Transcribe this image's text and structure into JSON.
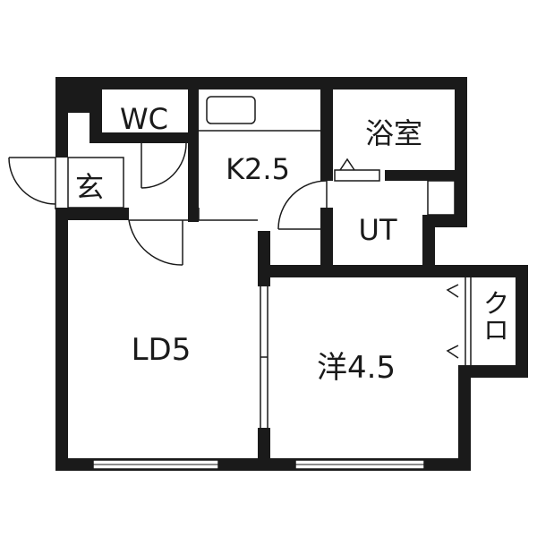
{
  "colors": {
    "wall": "#1a1a1a",
    "background": "#ffffff",
    "line": "#1a1a1a"
  },
  "rooms": {
    "wc": "WC",
    "genkan": "玄",
    "kitchen": "K2.5",
    "bathroom": "浴室",
    "utility": "UT",
    "living_dining": "LD5",
    "western_room": "洋4.5",
    "closet": "クロ"
  }
}
